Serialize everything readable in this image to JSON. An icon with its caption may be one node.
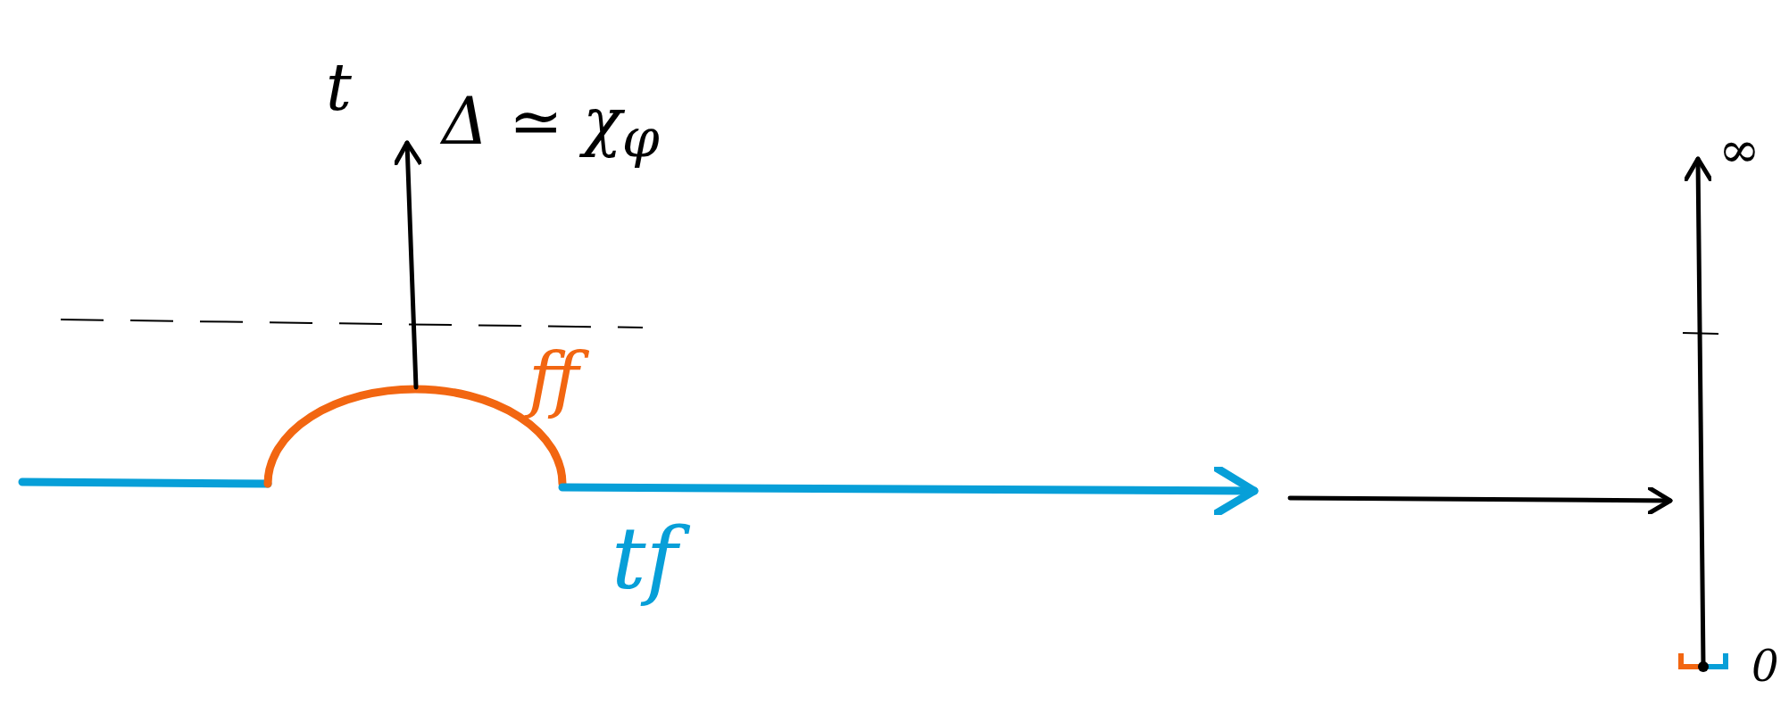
{
  "diagram": {
    "nodes": [
      {
        "text": [],
        "shape": "picture",
        "beside": [
          "t",
          "tf"
        ]
      },
      {
        "text": [],
        "shape": "picture",
        "beside": [
          "∞",
          "0"
        ]
      }
    ],
    "edges": [
      {
        "from": 0,
        "to": 1,
        "arrow": "to"
      }
    ],
    "labels": [
      "Δ ≃ χ$_{φ}$",
      "ff"
    ]
  }
}
